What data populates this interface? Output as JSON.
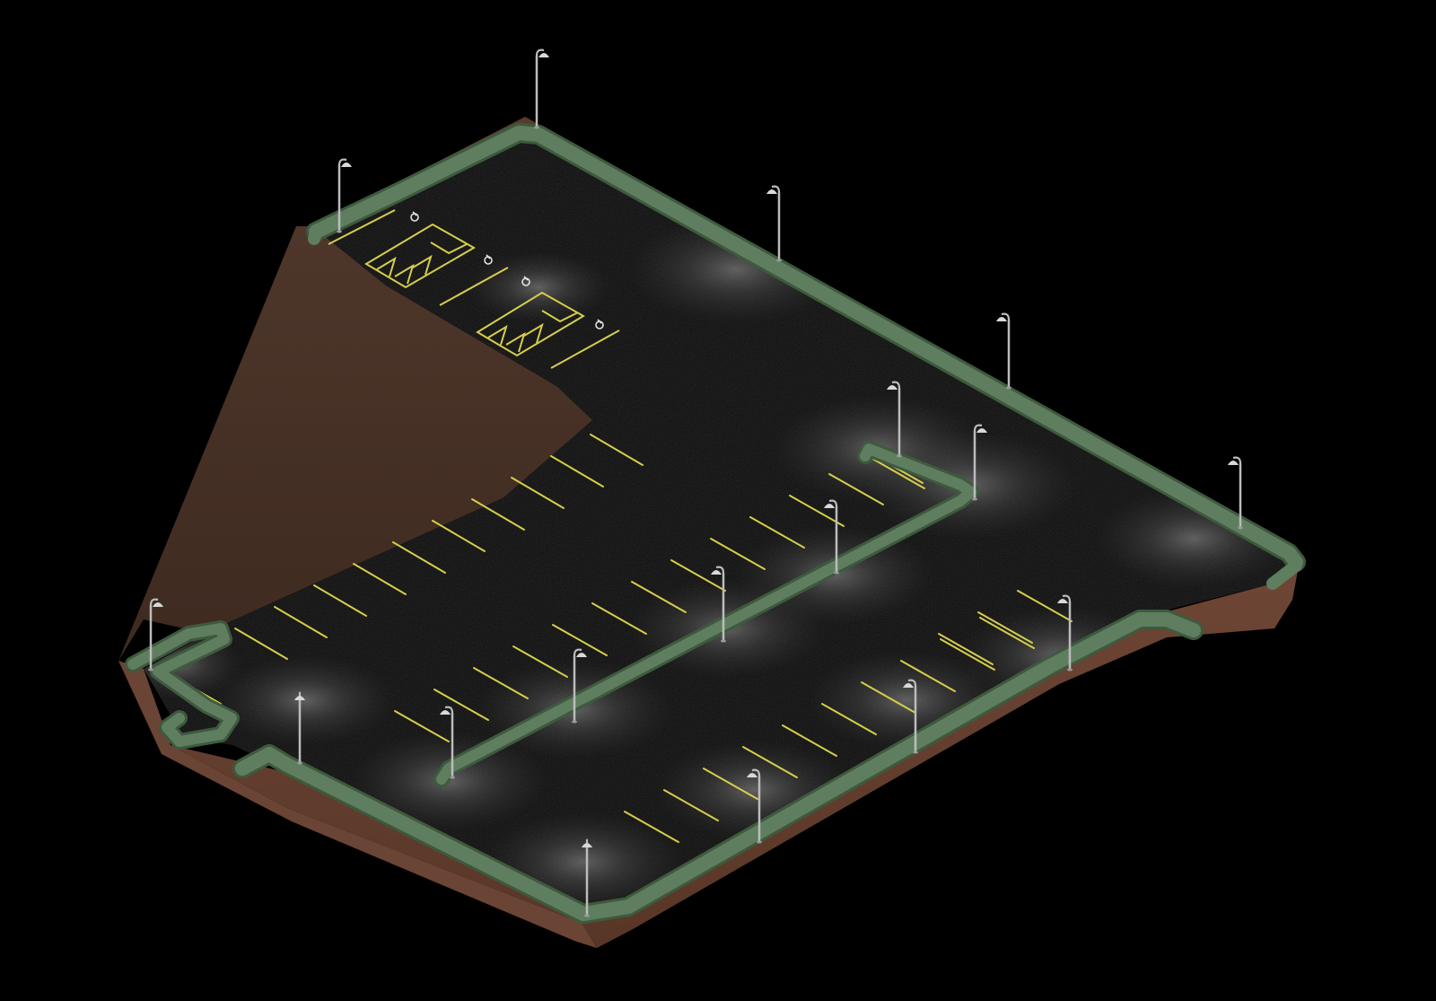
{
  "scene": {
    "subject": "isometric-night-parking-lot",
    "colors": {
      "background": "#000000",
      "asphalt": "#0c0c0c",
      "soil_top": "#4a3428",
      "soil_side": "#6a4434",
      "soil_side_dark": "#4f3226",
      "grass": "#5c7a5c",
      "grass_dark": "#3e5a3e",
      "stripe": "#d6cf4a",
      "lamp": "#cfcfcf",
      "light_pool": "#8a8a8a"
    },
    "lamp_count": 17,
    "accessible_spaces": 2,
    "icons": [
      "street-lamp-icon",
      "accessible-parking-symbol-icon"
    ]
  }
}
